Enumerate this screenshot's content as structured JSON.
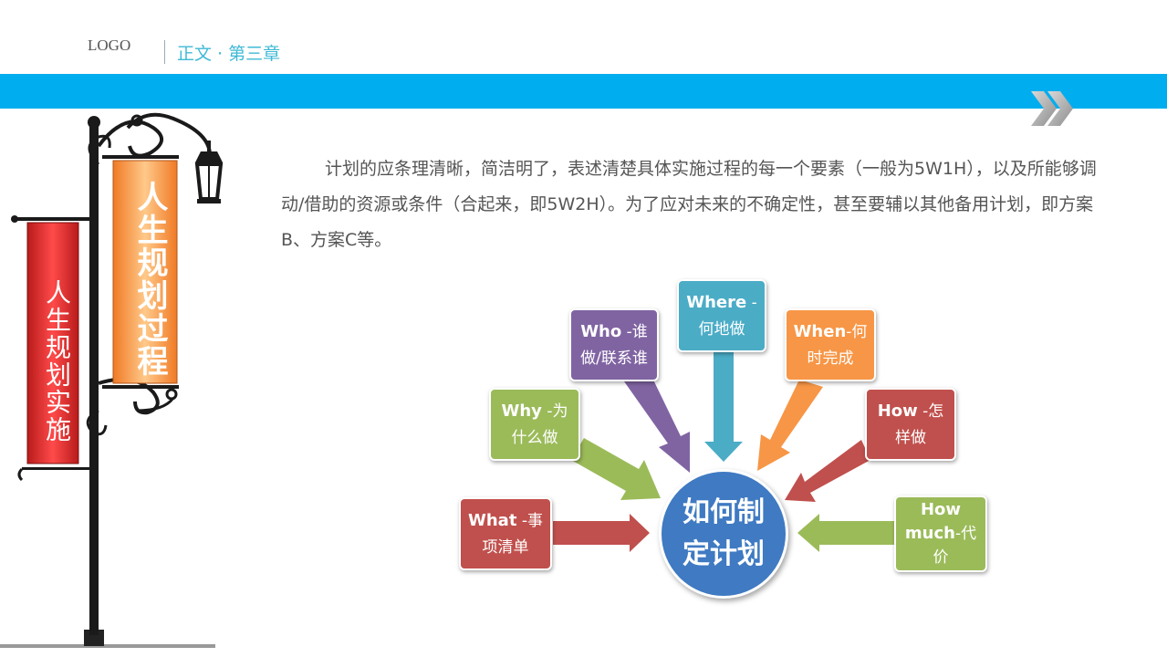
{
  "header": {
    "logo": "LOGO",
    "chapter": "正文 · 第三章"
  },
  "intro": {
    "text": "计划的应条理清晰，简洁明了，表述清楚具体实施过程的每一个要素（一般为5W1H），以及所能够调动/借助的资源或条件（合起来，即5W2H）。为了应对未来的不确定性，甚至要辅以其他备用计划，即方案B、方案C等。"
  },
  "banners": {
    "red": "人生规划实施",
    "orange": "人生规划过程"
  },
  "diagram": {
    "center": {
      "line1": "如何制",
      "line2": "定计划",
      "color": "#3f7ac2"
    },
    "nodes": [
      {
        "key": "what",
        "en": "What",
        "line1_rest": " -事",
        "line2": "项清单",
        "color": "#c0504d"
      },
      {
        "key": "why",
        "en": "Why",
        "line1_rest": " -为",
        "line2": "什么做",
        "color": "#9bbb59"
      },
      {
        "key": "who",
        "en": "Who",
        "line1_rest": " -谁",
        "line2": "做/联系谁",
        "color": "#8064a2"
      },
      {
        "key": "where",
        "en": "Where",
        "line1_rest": " -",
        "line2": "何地做",
        "color": "#4bacc6"
      },
      {
        "key": "when",
        "en": "When",
        "line1_rest": "-何",
        "line2": "时完成",
        "color": "#f79646"
      },
      {
        "key": "how",
        "en": "How",
        "line1_rest": " -怎",
        "line2": "样做",
        "color": "#c0504d"
      },
      {
        "key": "howmuch",
        "en": "How",
        "line1_rest": "",
        "en2": "much",
        "line2_rest": "-代",
        "line3": "价",
        "color": "#9bbb59"
      }
    ]
  },
  "colors": {
    "band": "#00aeef",
    "chapter": "#3fb9d6",
    "pole": "#222222"
  }
}
